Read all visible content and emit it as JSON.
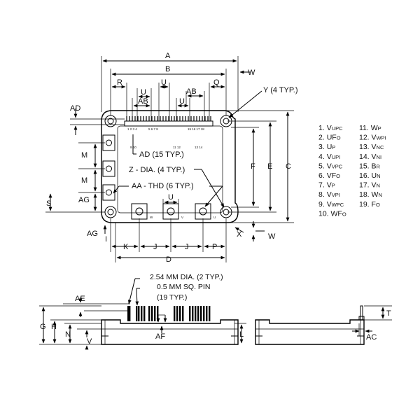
{
  "dimensions": {
    "A": "A",
    "B": "B",
    "C": "C",
    "D": "D",
    "E": "E",
    "F": "F",
    "G": "G",
    "H": "H",
    "I": "I",
    "J": "J",
    "K": "K",
    "L": "L",
    "M": "M",
    "N": "N",
    "P": "P",
    "Q": "Q",
    "R": "R",
    "S": "S",
    "T": "T",
    "U": "U",
    "V": "V",
    "W": "W",
    "X": "X",
    "AB": "AB",
    "AC": "AC",
    "AD": "AD",
    "AE": "AE",
    "AF": "AF",
    "AG": "AG"
  },
  "callouts": {
    "y_holes": "Y (4 TYP.)",
    "ad_pins": "AD (15 TYP.)",
    "z_dia": "Z - DIA. (4 TYP.)",
    "aa_thd": "AA - THD (6 TYP.)",
    "dia_254": "2.54 MM DIA. (2 TYP.)",
    "sq_pin_1": "0.5 MM SQ. PIN",
    "sq_pin_2": "(19 TYP.)"
  },
  "body_marks": {
    "pin_numbers_top": "1 2 3 4",
    "pin_numbers_mid": "5 6 7 8",
    "pin_numbers_right": "15 16 17 18",
    "pin_numbers_low1": "9 10",
    "pin_numbers_low2": "11 12",
    "pin_numbers_low3": "13 14",
    "terminal_w": "W",
    "terminal_v": "V",
    "terminal_u": "U"
  },
  "pin_list": [
    {
      "num": "1.",
      "base": "V",
      "sub": "UPC"
    },
    {
      "num": "2.",
      "base": "UF",
      "sub": "O"
    },
    {
      "num": "3.",
      "base": "U",
      "sub": "P"
    },
    {
      "num": "4.",
      "base": "V",
      "sub": "UPI"
    },
    {
      "num": "5.",
      "base": "V",
      "sub": "VPC"
    },
    {
      "num": "6.",
      "base": "VF",
      "sub": "O"
    },
    {
      "num": "7.",
      "base": "V",
      "sub": "P"
    },
    {
      "num": "8.",
      "base": "V",
      "sub": "VPI"
    },
    {
      "num": "9.",
      "base": "V",
      "sub": "WPC"
    },
    {
      "num": "10.",
      "base": "WF",
      "sub": "O"
    },
    {
      "num": "11.",
      "base": "W",
      "sub": "P"
    },
    {
      "num": "12.",
      "base": "V",
      "sub": "WPI"
    },
    {
      "num": "13.",
      "base": "V",
      "sub": "NC"
    },
    {
      "num": "14.",
      "base": "V",
      "sub": "NI"
    },
    {
      "num": "15.",
      "base": "B",
      "sub": "R"
    },
    {
      "num": "16.",
      "base": "U",
      "sub": "N"
    },
    {
      "num": "17.",
      "base": "V",
      "sub": "N"
    },
    {
      "num": "18.",
      "base": "W",
      "sub": "N"
    },
    {
      "num": "19.",
      "base": "F",
      "sub": "O"
    }
  ]
}
